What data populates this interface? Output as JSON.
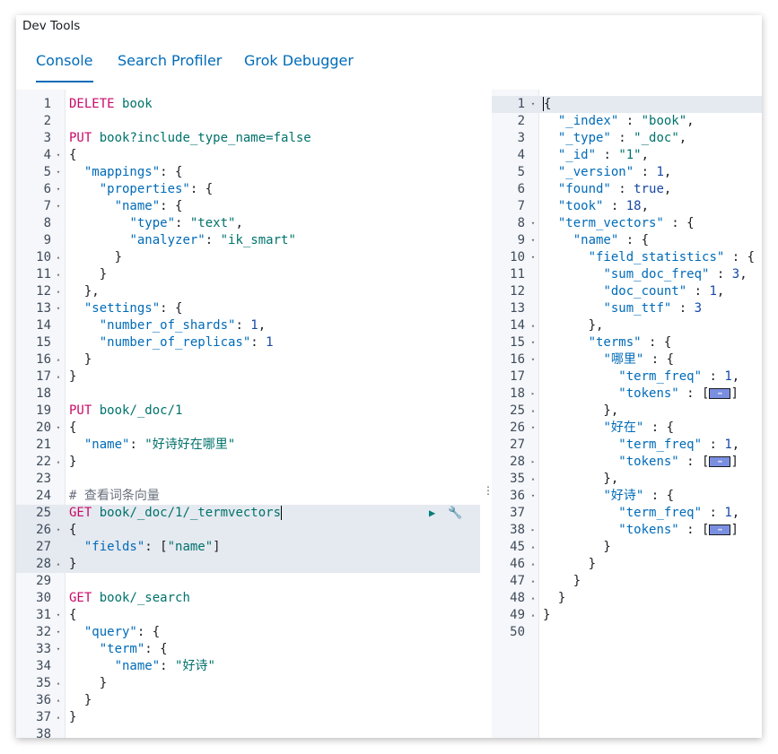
{
  "app": {
    "title": "Dev Tools"
  },
  "tabs": [
    {
      "label": "Console"
    },
    {
      "label": "Search Profiler"
    },
    {
      "label": "Grok Debugger"
    }
  ],
  "request": {
    "lines": [
      {
        "n": "1",
        "f": "",
        "t": [
          [
            "k",
            "DELETE"
          ],
          [
            "p",
            " "
          ],
          [
            "u",
            "book"
          ]
        ]
      },
      {
        "n": "2",
        "f": "",
        "t": []
      },
      {
        "n": "3",
        "f": "",
        "t": [
          [
            "k",
            "PUT"
          ],
          [
            "p",
            " "
          ],
          [
            "u",
            "book?include_type_name=false"
          ]
        ]
      },
      {
        "n": "4",
        "f": "▾",
        "t": [
          [
            "p",
            "{"
          ]
        ]
      },
      {
        "n": "5",
        "f": "▾",
        "t": [
          [
            "p",
            "  "
          ],
          [
            "key",
            "\"mappings\""
          ],
          [
            "p",
            ": {"
          ]
        ]
      },
      {
        "n": "6",
        "f": "▾",
        "t": [
          [
            "p",
            "    "
          ],
          [
            "key",
            "\"properties\""
          ],
          [
            "p",
            ": {"
          ]
        ]
      },
      {
        "n": "7",
        "f": "▾",
        "t": [
          [
            "p",
            "      "
          ],
          [
            "key",
            "\"name\""
          ],
          [
            "p",
            ": {"
          ]
        ]
      },
      {
        "n": "8",
        "f": "",
        "t": [
          [
            "p",
            "        "
          ],
          [
            "key",
            "\"type\""
          ],
          [
            "p",
            ": "
          ],
          [
            "s",
            "\"text\""
          ],
          [
            "p",
            ","
          ]
        ]
      },
      {
        "n": "9",
        "f": "",
        "t": [
          [
            "p",
            "        "
          ],
          [
            "key",
            "\"analyzer\""
          ],
          [
            "p",
            ": "
          ],
          [
            "s",
            "\"ik_smart\""
          ]
        ]
      },
      {
        "n": "10",
        "f": "▴",
        "t": [
          [
            "p",
            "      }"
          ]
        ]
      },
      {
        "n": "11",
        "f": "▴",
        "t": [
          [
            "p",
            "    }"
          ]
        ]
      },
      {
        "n": "12",
        "f": "▴",
        "t": [
          [
            "p",
            "  },"
          ]
        ]
      },
      {
        "n": "13",
        "f": "▾",
        "t": [
          [
            "p",
            "  "
          ],
          [
            "key",
            "\"settings\""
          ],
          [
            "p",
            ": {"
          ]
        ]
      },
      {
        "n": "14",
        "f": "",
        "t": [
          [
            "p",
            "    "
          ],
          [
            "key",
            "\"number_of_shards\""
          ],
          [
            "p",
            ": "
          ],
          [
            "n",
            "1"
          ],
          [
            "p",
            ","
          ]
        ]
      },
      {
        "n": "15",
        "f": "",
        "t": [
          [
            "p",
            "    "
          ],
          [
            "key",
            "\"number_of_replicas\""
          ],
          [
            "p",
            ": "
          ],
          [
            "n",
            "1"
          ]
        ]
      },
      {
        "n": "16",
        "f": "▴",
        "t": [
          [
            "p",
            "  }"
          ]
        ]
      },
      {
        "n": "17",
        "f": "▴",
        "t": [
          [
            "p",
            "}"
          ]
        ]
      },
      {
        "n": "18",
        "f": "",
        "t": []
      },
      {
        "n": "19",
        "f": "",
        "t": [
          [
            "k",
            "PUT"
          ],
          [
            "p",
            " "
          ],
          [
            "u",
            "book/_doc/1"
          ]
        ]
      },
      {
        "n": "20",
        "f": "▾",
        "t": [
          [
            "p",
            "{"
          ]
        ]
      },
      {
        "n": "21",
        "f": "",
        "t": [
          [
            "p",
            "  "
          ],
          [
            "key",
            "\"name\""
          ],
          [
            "p",
            ": "
          ],
          [
            "s",
            "\"好诗好在哪里\""
          ]
        ]
      },
      {
        "n": "22",
        "f": "▴",
        "t": [
          [
            "p",
            "}"
          ]
        ]
      },
      {
        "n": "23",
        "f": "",
        "t": []
      },
      {
        "n": "24",
        "f": "",
        "t": [
          [
            "c",
            "# 查看词条向量"
          ]
        ]
      },
      {
        "n": "25",
        "f": "",
        "t": [
          [
            "k",
            "GET"
          ],
          [
            "p",
            " "
          ],
          [
            "u",
            "book/_doc/1/_termvectors"
          ]
        ],
        "hl": true,
        "active": true
      },
      {
        "n": "26",
        "f": "▾",
        "t": [
          [
            "p",
            "{"
          ]
        ],
        "hl": true
      },
      {
        "n": "27",
        "f": "",
        "t": [
          [
            "p",
            "  "
          ],
          [
            "key",
            "\"fields\""
          ],
          [
            "p",
            ": ["
          ],
          [
            "s",
            "\"name\""
          ],
          [
            "p",
            "]"
          ]
        ],
        "hl": true
      },
      {
        "n": "28",
        "f": "▴",
        "t": [
          [
            "p",
            "}"
          ]
        ],
        "hl": true
      },
      {
        "n": "29",
        "f": "",
        "t": []
      },
      {
        "n": "30",
        "f": "",
        "t": [
          [
            "k",
            "GET"
          ],
          [
            "p",
            " "
          ],
          [
            "u",
            "book/_search"
          ]
        ]
      },
      {
        "n": "31",
        "f": "▾",
        "t": [
          [
            "p",
            "{"
          ]
        ]
      },
      {
        "n": "32",
        "f": "▾",
        "t": [
          [
            "p",
            "  "
          ],
          [
            "key",
            "\"query\""
          ],
          [
            "p",
            ": {"
          ]
        ]
      },
      {
        "n": "33",
        "f": "▾",
        "t": [
          [
            "p",
            "    "
          ],
          [
            "key",
            "\"term\""
          ],
          [
            "p",
            ": {"
          ]
        ]
      },
      {
        "n": "34",
        "f": "",
        "t": [
          [
            "p",
            "      "
          ],
          [
            "key",
            "\"name\""
          ],
          [
            "p",
            ": "
          ],
          [
            "s",
            "\"好诗\""
          ]
        ]
      },
      {
        "n": "35",
        "f": "▴",
        "t": [
          [
            "p",
            "    }"
          ]
        ]
      },
      {
        "n": "36",
        "f": "▴",
        "t": [
          [
            "p",
            "  }"
          ]
        ]
      },
      {
        "n": "37",
        "f": "▴",
        "t": [
          [
            "p",
            "}"
          ]
        ]
      },
      {
        "n": "38",
        "f": "",
        "t": []
      }
    ]
  },
  "response": {
    "lines": [
      {
        "n": "1",
        "f": "▾",
        "t": [
          [
            "cursor",
            ""
          ],
          [
            "p",
            "{"
          ]
        ],
        "hl": true
      },
      {
        "n": "2",
        "f": "",
        "t": [
          [
            "p",
            "  "
          ],
          [
            "key",
            "\"_index\""
          ],
          [
            "p",
            " : "
          ],
          [
            "s",
            "\"book\""
          ],
          [
            "p",
            ","
          ]
        ]
      },
      {
        "n": "3",
        "f": "",
        "t": [
          [
            "p",
            "  "
          ],
          [
            "key",
            "\"_type\""
          ],
          [
            "p",
            " : "
          ],
          [
            "s",
            "\"_doc\""
          ],
          [
            "p",
            ","
          ]
        ]
      },
      {
        "n": "4",
        "f": "",
        "t": [
          [
            "p",
            "  "
          ],
          [
            "key",
            "\"_id\""
          ],
          [
            "p",
            " : "
          ],
          [
            "s",
            "\"1\""
          ],
          [
            "p",
            ","
          ]
        ]
      },
      {
        "n": "5",
        "f": "",
        "t": [
          [
            "p",
            "  "
          ],
          [
            "key",
            "\"_version\""
          ],
          [
            "p",
            " : "
          ],
          [
            "n",
            "1"
          ],
          [
            "p",
            ","
          ]
        ]
      },
      {
        "n": "6",
        "f": "",
        "t": [
          [
            "p",
            "  "
          ],
          [
            "key",
            "\"found\""
          ],
          [
            "p",
            " : "
          ],
          [
            "n",
            "true"
          ],
          [
            "p",
            ","
          ]
        ]
      },
      {
        "n": "7",
        "f": "",
        "t": [
          [
            "p",
            "  "
          ],
          [
            "key",
            "\"took\""
          ],
          [
            "p",
            " : "
          ],
          [
            "n",
            "18"
          ],
          [
            "p",
            ","
          ]
        ]
      },
      {
        "n": "8",
        "f": "▾",
        "t": [
          [
            "p",
            "  "
          ],
          [
            "key",
            "\"term_vectors\""
          ],
          [
            "p",
            " : {"
          ]
        ]
      },
      {
        "n": "9",
        "f": "▾",
        "t": [
          [
            "p",
            "    "
          ],
          [
            "key",
            "\"name\""
          ],
          [
            "p",
            " : {"
          ]
        ]
      },
      {
        "n": "10",
        "f": "▾",
        "t": [
          [
            "p",
            "      "
          ],
          [
            "key",
            "\"field_statistics\""
          ],
          [
            "p",
            " : {"
          ]
        ]
      },
      {
        "n": "11",
        "f": "",
        "t": [
          [
            "p",
            "        "
          ],
          [
            "key",
            "\"sum_doc_freq\""
          ],
          [
            "p",
            " : "
          ],
          [
            "n",
            "3"
          ],
          [
            "p",
            ","
          ]
        ]
      },
      {
        "n": "12",
        "f": "",
        "t": [
          [
            "p",
            "        "
          ],
          [
            "key",
            "\"doc_count\""
          ],
          [
            "p",
            " : "
          ],
          [
            "n",
            "1"
          ],
          [
            "p",
            ","
          ]
        ]
      },
      {
        "n": "13",
        "f": "",
        "t": [
          [
            "p",
            "        "
          ],
          [
            "key",
            "\"sum_ttf\""
          ],
          [
            "p",
            " : "
          ],
          [
            "n",
            "3"
          ]
        ]
      },
      {
        "n": "14",
        "f": "▴",
        "t": [
          [
            "p",
            "      },"
          ]
        ]
      },
      {
        "n": "15",
        "f": "▾",
        "t": [
          [
            "p",
            "      "
          ],
          [
            "key",
            "\"terms\""
          ],
          [
            "p",
            " : {"
          ]
        ]
      },
      {
        "n": "16",
        "f": "▾",
        "t": [
          [
            "p",
            "        "
          ],
          [
            "key",
            "\"哪里\""
          ],
          [
            "p",
            " : {"
          ]
        ]
      },
      {
        "n": "17",
        "f": "",
        "t": [
          [
            "p",
            "          "
          ],
          [
            "key",
            "\"term_freq\""
          ],
          [
            "p",
            " : "
          ],
          [
            "n",
            "1"
          ],
          [
            "p",
            ","
          ]
        ]
      },
      {
        "n": "18",
        "f": "▸",
        "t": [
          [
            "p",
            "          "
          ],
          [
            "key",
            "\"tokens\""
          ],
          [
            "p",
            " : ["
          ],
          [
            "box",
            "↔"
          ],
          [
            "p",
            "]"
          ]
        ]
      },
      {
        "n": "25",
        "f": "▴",
        "t": [
          [
            "p",
            "        },"
          ]
        ]
      },
      {
        "n": "26",
        "f": "▾",
        "t": [
          [
            "p",
            "        "
          ],
          [
            "key",
            "\"好在\""
          ],
          [
            "p",
            " : {"
          ]
        ]
      },
      {
        "n": "27",
        "f": "",
        "t": [
          [
            "p",
            "          "
          ],
          [
            "key",
            "\"term_freq\""
          ],
          [
            "p",
            " : "
          ],
          [
            "n",
            "1"
          ],
          [
            "p",
            ","
          ]
        ]
      },
      {
        "n": "28",
        "f": "▸",
        "t": [
          [
            "p",
            "          "
          ],
          [
            "key",
            "\"tokens\""
          ],
          [
            "p",
            " : ["
          ],
          [
            "box",
            "↔"
          ],
          [
            "p",
            "]"
          ]
        ]
      },
      {
        "n": "35",
        "f": "▴",
        "t": [
          [
            "p",
            "        },"
          ]
        ]
      },
      {
        "n": "36",
        "f": "▾",
        "t": [
          [
            "p",
            "        "
          ],
          [
            "key",
            "\"好诗\""
          ],
          [
            "p",
            " : {"
          ]
        ]
      },
      {
        "n": "37",
        "f": "",
        "t": [
          [
            "p",
            "          "
          ],
          [
            "key",
            "\"term_freq\""
          ],
          [
            "p",
            " : "
          ],
          [
            "n",
            "1"
          ],
          [
            "p",
            ","
          ]
        ]
      },
      {
        "n": "38",
        "f": "▸",
        "t": [
          [
            "p",
            "          "
          ],
          [
            "key",
            "\"tokens\""
          ],
          [
            "p",
            " : ["
          ],
          [
            "box",
            "↔"
          ],
          [
            "p",
            "]"
          ]
        ]
      },
      {
        "n": "45",
        "f": "▴",
        "t": [
          [
            "p",
            "        }"
          ]
        ]
      },
      {
        "n": "46",
        "f": "▴",
        "t": [
          [
            "p",
            "      }"
          ]
        ]
      },
      {
        "n": "47",
        "f": "▴",
        "t": [
          [
            "p",
            "    }"
          ]
        ]
      },
      {
        "n": "48",
        "f": "▴",
        "t": [
          [
            "p",
            "  }"
          ]
        ]
      },
      {
        "n": "49",
        "f": "▴",
        "t": [
          [
            "p",
            "}"
          ]
        ]
      },
      {
        "n": "50",
        "f": "",
        "t": []
      }
    ]
  },
  "icons": {
    "run": "▶",
    "wrench": "🔧",
    "divider": "⋮"
  }
}
